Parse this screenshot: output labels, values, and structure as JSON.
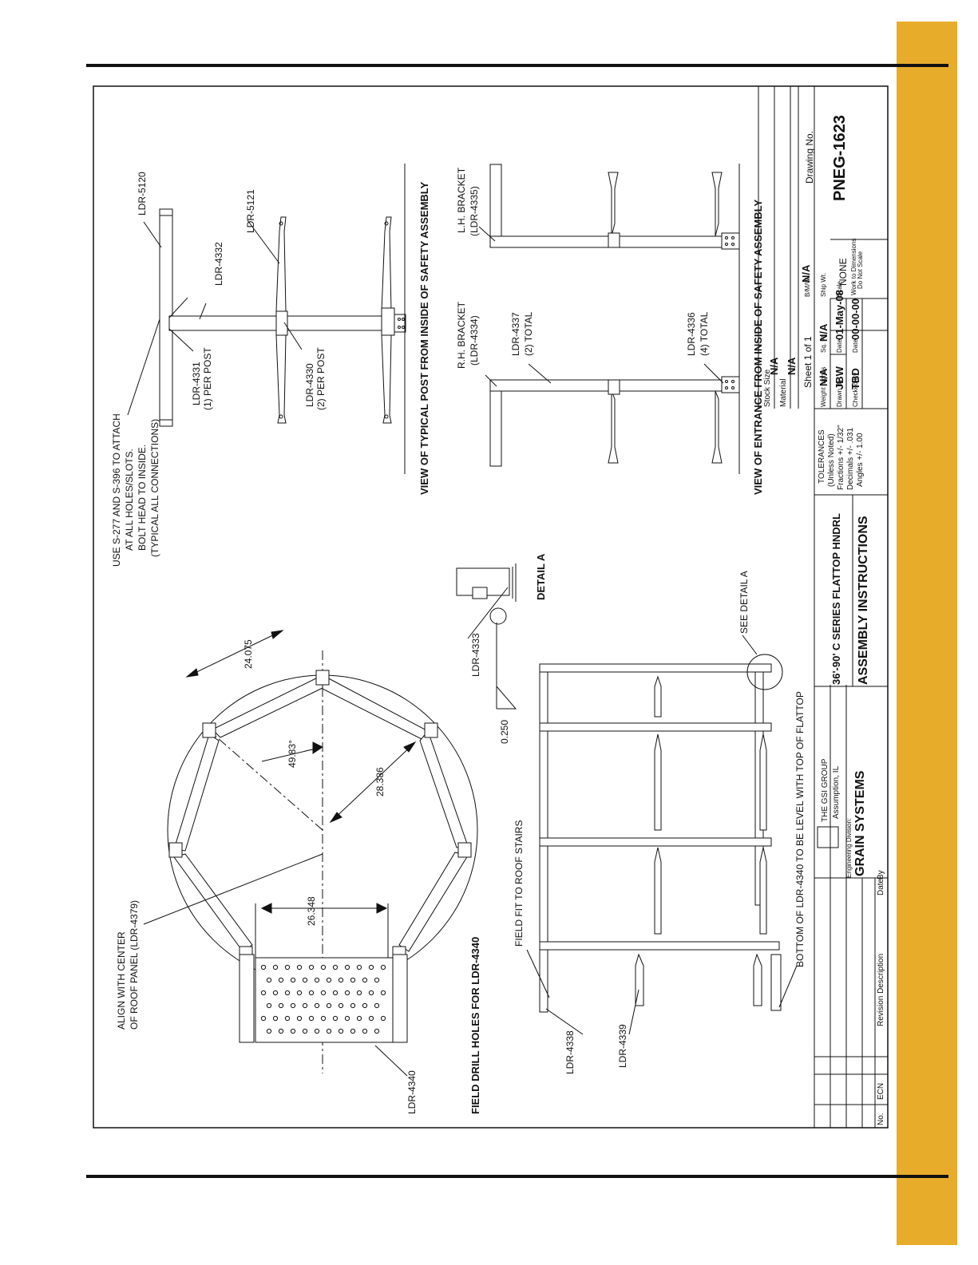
{
  "page": {
    "accent_color": "#e8ac2b"
  },
  "labels": {
    "use_note": [
      "USE S-277 AND S-396 TO ATTACH",
      "AT ALL HOLES/SLOTS.",
      "BOLT HEAD TO INSIDE.",
      "(TYPICAL ALL CONNECTIONS)"
    ],
    "ldr5120": "LDR-5120",
    "ldr4332": "LDR-4332",
    "ldr5121": "LDR-5121",
    "ldr4331": [
      "LDR-4331",
      "(1) PER POST"
    ],
    "ldr4330": [
      "LDR-4330",
      "(2) PER POST"
    ],
    "view_typical_post": "VIEW OF TYPICAL POST FROM INSIDE OF SAFETY ASSEMBLY",
    "lh_bracket": [
      "L.H. BRACKET",
      "(LDR-4335)"
    ],
    "rh_bracket": [
      "R.H. BRACKET",
      "(LDR-4334)"
    ],
    "ldr4337": [
      "LDR-4337",
      "(2) TOTAL"
    ],
    "ldr4336": [
      "LDR-4336",
      "(4) TOTAL"
    ],
    "view_entrance": "VIEW OF ENTRANCE FROM INSIDE OF SAFETY ASSEMBLY",
    "align_note": [
      "ALIGN WITH CENTER",
      "OF ROOF PANEL (LDR-4379)"
    ],
    "dim_24075": "24.075",
    "dim_4983": "49.83°",
    "dim_28386": "28.386",
    "dim_26348": "26.348",
    "ldr4340": "LDR-4340",
    "field_drill": "FIELD DRILL HOLES FOR LDR-4340",
    "ldr4333": "LDR-4333",
    "detail_a": "DETAIL A",
    "dim_0250": "0.250",
    "field_fit": "FIELD FIT TO ROOF STAIRS",
    "see_detail_a": "SEE DETAIL A",
    "ldr4338": "LDR-4338",
    "ldr4339": "LDR-4339",
    "bottom_note": "BOTTOM OF LDR-4340 TO BE LEVEL WITH TOP OF FLATTOP"
  },
  "title_block": {
    "revision_headers": {
      "no": "No.",
      "ecn": "ECN",
      "description": "Revision Description",
      "date": "Date",
      "by": "By"
    },
    "company": "THE GSI GROUP",
    "location": "Assumption, IL",
    "division_label": "Engineering Division:",
    "division": "GRAIN SYSTEMS",
    "title1": "36'-90' C SERIES FLATTOP HNDRL",
    "title2": "ASSEMBLY INSTRUCTIONS",
    "tolerances": [
      "TOLERANCES",
      "(Unless Noted)",
      "Fractions +/- 1/32\"",
      "Decimals +/- .031",
      "Angles +/- 1.00"
    ],
    "stock_size_label": "Stock Size",
    "stock_size": "N/A",
    "material_label": "Material",
    "material": "N/A",
    "sheet": "Sheet 1 of 1",
    "weight_label": "Weight Inches",
    "weight": "N/A",
    "sqft_label": "Sq. Ft.",
    "sqft": "N/A",
    "bmw_label": "B/M/W",
    "bmw": "N/A",
    "drawn_label": "Drawn By",
    "drawn": "JBW",
    "date_label": "Date",
    "date": "01-May-08",
    "shipwt_label": "Ship Wt.",
    "checked_label": "Checked By",
    "checked": "TBD",
    "date2_label": "Date",
    "date2": "00-00-00",
    "scale_label": "Scale",
    "scale": "NONE",
    "work_note": [
      "Work to Dimensions",
      "Do Not Scale"
    ],
    "drawing_no_label": "Drawing No.",
    "drawing_no": "PNEG-1623"
  }
}
